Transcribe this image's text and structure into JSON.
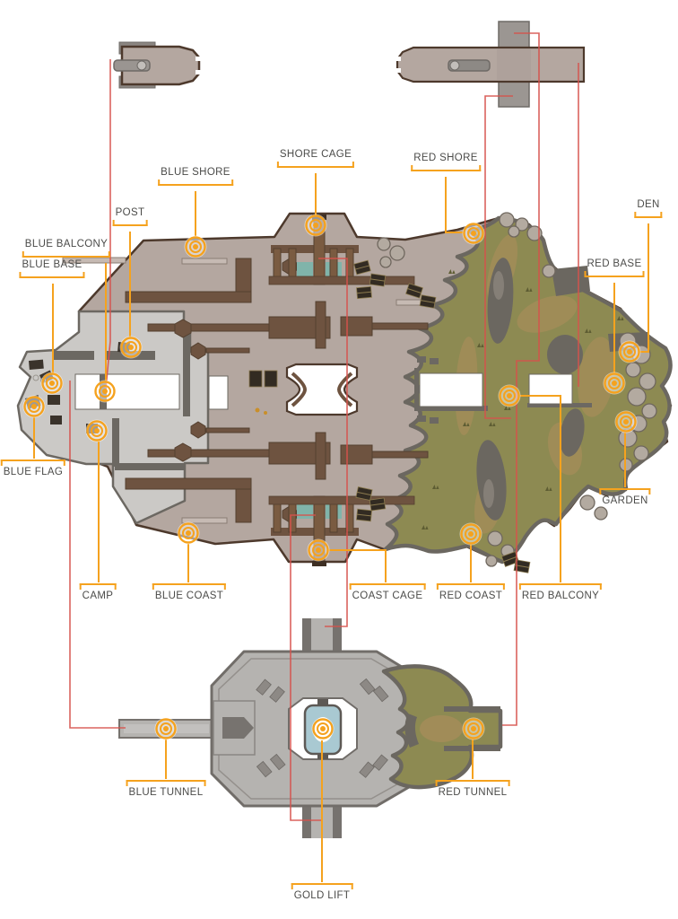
{
  "map": {
    "callouts": {
      "blue_shore": {
        "label": "BLUE SHORE"
      },
      "shore_cage": {
        "label": "SHORE CAGE"
      },
      "red_shore": {
        "label": "RED SHORE"
      },
      "den": {
        "label": "DEN"
      },
      "post": {
        "label": "POST"
      },
      "blue_balcony": {
        "label": "BLUE BALCONY"
      },
      "blue_base": {
        "label": "BLUE BASE"
      },
      "red_base": {
        "label": "RED BASE"
      },
      "blue_flag": {
        "label": "BLUE FLAG"
      },
      "garden": {
        "label": "GARDEN"
      },
      "camp": {
        "label": "CAMP"
      },
      "blue_coast": {
        "label": "BLUE COAST"
      },
      "coast_cage": {
        "label": "COAST CAGE"
      },
      "red_coast": {
        "label": "RED COAST"
      },
      "red_balcony": {
        "label": "RED BALCONY"
      },
      "blue_tunnel": {
        "label": "BLUE TUNNEL"
      },
      "red_tunnel": {
        "label": "RED TUNNEL"
      },
      "gold_lift": {
        "label": "GOLD LIFT"
      }
    },
    "colors": {
      "callout_orange": "#F5A21E",
      "label_text": "#4B4B49",
      "teleport_line_red": "#D6524C",
      "floor_mauve": "#B4A7A0",
      "floor_outline_brown": "#4D392C",
      "base_floor_gray": "#CBC9C6",
      "base_wall_gray": "#6C6862",
      "terrain_green": "#8D8A52",
      "terrain_rock_gray": "#6B6760",
      "path_tan": "#B28E5C",
      "pool_teal": "#80B4AA",
      "lift_blue": "#A9C9D2",
      "background": "#FFFFFF"
    },
    "icons": {
      "location_marker": "concentric-rings-marker",
      "lift_pad": "oval-lift-pad"
    }
  }
}
